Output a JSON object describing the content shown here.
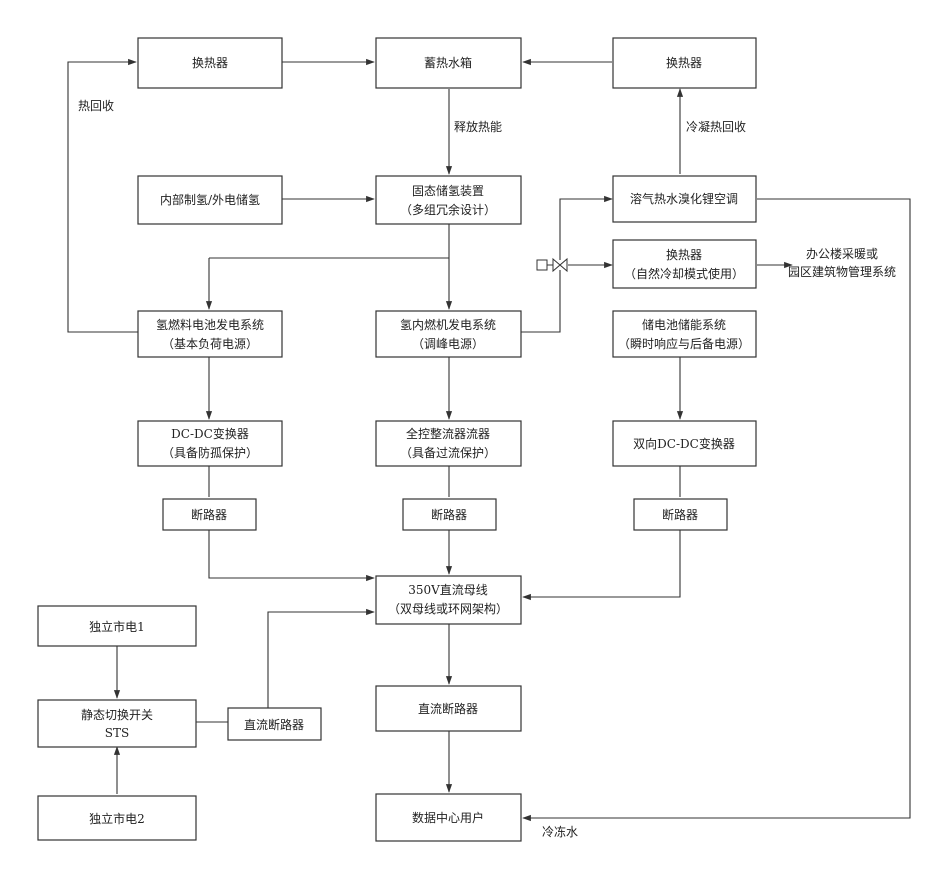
{
  "nodes": {
    "hx_left": [
      "换热器"
    ],
    "tank": [
      "蓄热水箱"
    ],
    "hx_right": [
      "换热器"
    ],
    "storage": [
      "固态储氢装置",
      "（多组冗余设计）"
    ],
    "external": [
      "内部制氢/外电储氢"
    ],
    "ac": [
      "溶气热水溴化锂空调"
    ],
    "hx_free": [
      "换热器",
      "（自然冷却模式使用）"
    ],
    "fc_sys": [
      "氢燃料电池发电系统",
      "（基本负荷电源）"
    ],
    "ice_sys": [
      "氢内燃机发电系统",
      "（调峰电源）"
    ],
    "ess": [
      "储电池储能系统",
      "（瞬时响应与后备电源）"
    ],
    "dcdc": [
      "DC-DC变换器",
      "（具备防孤保护）"
    ],
    "rect": [
      "全控整流器流器",
      "（具备过流保护）"
    ],
    "bidc": [
      "双向DC-DC变换器"
    ],
    "br1": [
      "断路器"
    ],
    "br2": [
      "断路器"
    ],
    "br3": [
      "断路器"
    ],
    "bus": [
      "350V直流母线",
      "（双母线或环网架构）"
    ],
    "grid1": [
      "独立市电1"
    ],
    "sts": [
      "静态切换开关",
      "STS"
    ],
    "grid2": [
      "独立市电2"
    ],
    "dcb_left": [
      "直流断路器"
    ],
    "dcb_main": [
      "直流断路器"
    ],
    "dc_user": [
      "数据中心用户"
    ]
  },
  "labels": {
    "heat_recovery": "热回收",
    "release_heat": "释放热能",
    "cond_recovery": "冷凝热回收",
    "office_1": "办公楼采暖或",
    "office_2": "园区建筑物管理系统",
    "cold_water": "冷冻水"
  }
}
